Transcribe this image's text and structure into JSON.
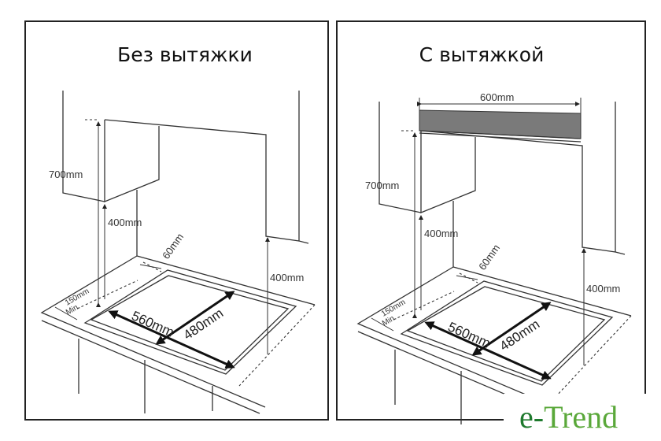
{
  "panels": [
    {
      "title": "Без вытяжки",
      "labels": {
        "h700": "700mm",
        "h400": "400mm",
        "side60": "60mm",
        "right400": "400mm",
        "min150": "150mm",
        "min": "Min.",
        "w560": "560mm",
        "d480": "480mm"
      }
    },
    {
      "title": "С вытяжкой",
      "labels": {
        "hood600": "600mm",
        "h700": "700mm",
        "h400": "400mm",
        "side60": "60mm",
        "right400": "400mm",
        "min150": "150mm",
        "min": "Min.",
        "w560": "560mm",
        "d480": "480mm"
      }
    }
  ],
  "logo": {
    "text_e": "e-",
    "text_trend": "Trend"
  },
  "colors": {
    "hood": "#7a7a7a",
    "logo_dark": "#1f7a2e",
    "logo_light": "#7cc242"
  }
}
